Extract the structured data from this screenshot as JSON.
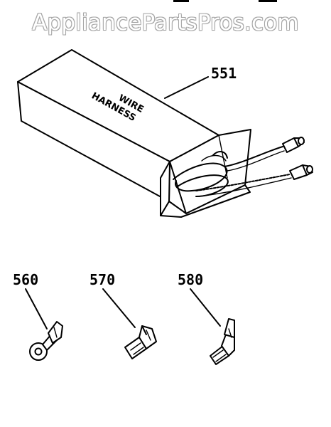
{
  "watermark": {
    "text": "AppliancePartsPros.com"
  },
  "box_label": {
    "line1": "WIRE",
    "line2": "HARNESS"
  },
  "callouts": {
    "harness": "551",
    "ring_terminal": "560",
    "flag_terminal": "570",
    "spade_terminal": "580"
  },
  "icons": {
    "harness_box": "wire-harness-box-illustration",
    "ring_terminal": "ring-terminal-illustration",
    "flag_terminal": "flag-terminal-illustration",
    "spade_terminal": "spade-terminal-illustration"
  },
  "colors": {
    "line": "#000000",
    "watermark_outline": "#a6a6a6",
    "background": "#ffffff"
  }
}
